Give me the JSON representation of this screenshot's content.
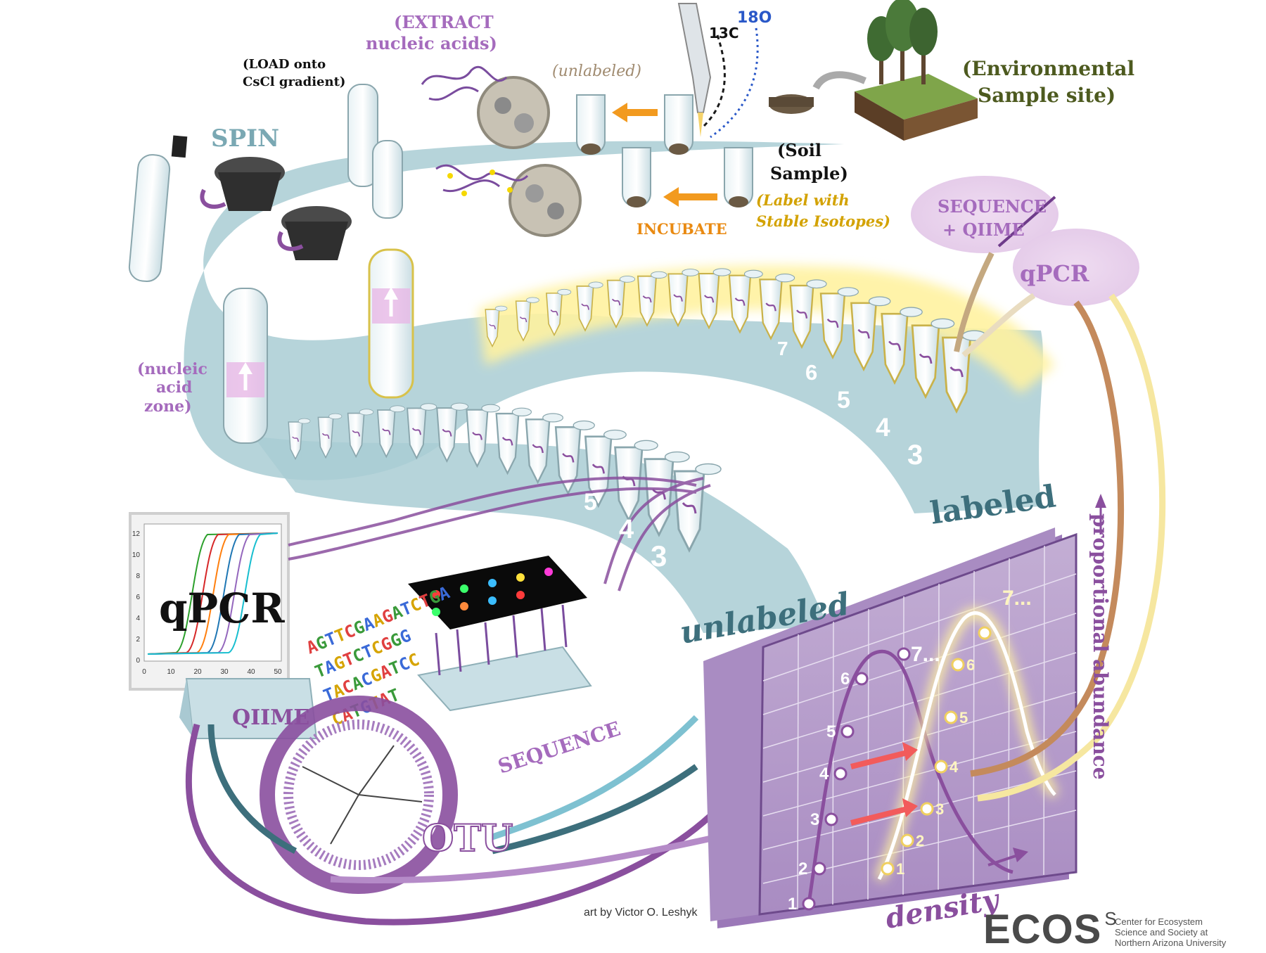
{
  "labels": {
    "extract": [
      "(EXTRACT",
      "nucleic acids)"
    ],
    "load": [
      "(LOAD onto",
      "CsCl gradient)"
    ],
    "unlabeled_top": "(unlabeled)",
    "spin": "SPIN",
    "environmental": [
      "(Environmental",
      "Sample site)"
    ],
    "soil": [
      "(Soil",
      "Sample)"
    ],
    "label_isotopes": [
      "(Label with",
      "Stable Isotopes)"
    ],
    "incubate": "INCUBATE",
    "sequence_qiime": [
      "SEQUENCE",
      "+ QIIME"
    ],
    "qpcr_cloud": "qPCR",
    "nucleic_zone": [
      "(nucleic",
      "acid",
      "zone)"
    ],
    "labeled": "labeled",
    "unlabeled": "unlabeled",
    "qpcr_panel": "qPCR",
    "qiime": "QIIME",
    "sequence": "SEQUENCE",
    "otu": "OTU",
    "density": "density",
    "proportional": "proportional abundance",
    "credit": "art by Victor O. Leshyk",
    "isotope_c": "13C",
    "isotope_o": "18O"
  },
  "dna": [
    "AGTTCGAAGATCTGA",
    "TAGTCTCGGG",
    "TACACGATCC",
    "CATGTAT"
  ],
  "fraction_numbers_labeled": [
    "3",
    "4",
    "5",
    "6",
    "7"
  ],
  "fraction_numbers_unlabeled": [
    "3",
    "4",
    "5"
  ],
  "density_points_left": [
    "1",
    "2",
    "3",
    "4",
    "5",
    "6",
    "7..."
  ],
  "density_points_right": [
    "1",
    "2",
    "3",
    "4",
    "5",
    "6",
    "7..."
  ],
  "qpcr_axis": {
    "x": [
      "0",
      "10",
      "20",
      "30",
      "40",
      "50"
    ],
    "y": [
      "0",
      "2",
      "4",
      "6",
      "8",
      "10",
      "12"
    ]
  },
  "ecos": {
    "name": "ECOS",
    "sup": "S",
    "sub": [
      "Center for Ecosystem",
      "Science and Society at",
      "Northern Arizona University"
    ]
  },
  "colors": {
    "teal_band": "#9dc3cc",
    "purple": "#8a4f9e",
    "yellow_glow": "#fff2a0",
    "orange": "#f29a1f",
    "olive": "#4d5a1f"
  }
}
